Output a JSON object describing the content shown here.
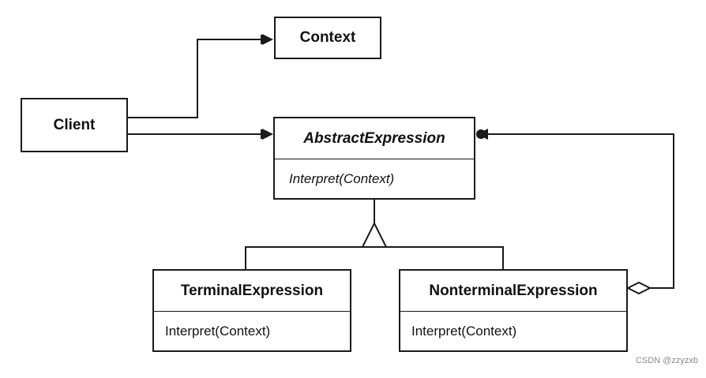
{
  "classes": {
    "context": {
      "name": "Context"
    },
    "client": {
      "name": "Client"
    },
    "abstract_expression": {
      "name": "AbstractExpression",
      "operation": "Interpret(Context)"
    },
    "terminal_expression": {
      "name": "TerminalExpression",
      "operation": "Interpret(Context)"
    },
    "nonterminal_expression": {
      "name": "NonterminalExpression",
      "operation": "Interpret(Context)"
    }
  },
  "watermark": "CSDN @zzyzxb",
  "colors": {
    "line": "#1a1a1a",
    "background": "#ffffff",
    "watermark": "#8a8a8a"
  }
}
